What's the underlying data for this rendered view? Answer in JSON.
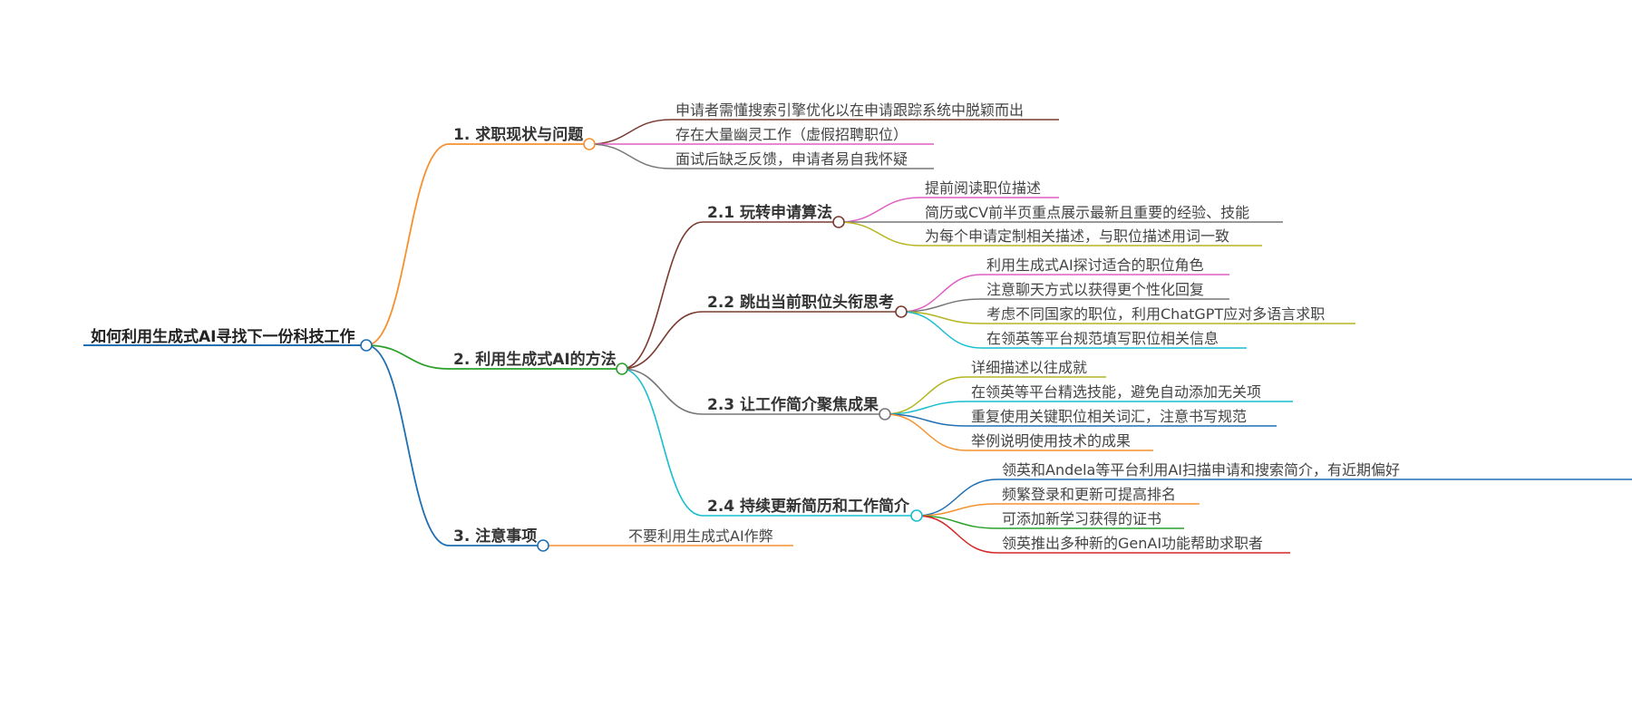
{
  "root": {
    "label": "如何利用生成式AI寻找下一份科技工作",
    "color": "#1f6fb2"
  },
  "branches": [
    {
      "label": "1. 求职现状与问题",
      "color": "#f5912f",
      "leaves": [
        {
          "label": "申请者需懂搜索引擎优化以在申请跟踪系统中脱颖而出",
          "color": "#7a3b30"
        },
        {
          "label": "存在大量幽灵工作（虚假招聘职位）",
          "color": "#e05fc4"
        },
        {
          "label": "面试后缺乏反馈，申请者易自我怀疑",
          "color": "#777777"
        }
      ]
    },
    {
      "label": "2. 利用生成式AI的方法",
      "color": "#2aa02a",
      "subs": [
        {
          "label": "2.1 玩转申请算法",
          "color": "#7a3b30",
          "leaves": [
            {
              "label": "提前阅读职位描述",
              "color": "#e05fc4"
            },
            {
              "label": "简历或CV前半页重点展示最新且重要的经验、技能",
              "color": "#777777"
            },
            {
              "label": "为每个申请定制相关描述，与职位描述用词一致",
              "color": "#b5b520"
            }
          ]
        },
        {
          "label": "2.2 跳出当前职位头衔思考",
          "color": "#7a3b30",
          "leaves": [
            {
              "label": "利用生成式AI探讨适合的职位角色",
              "color": "#e05fc4"
            },
            {
              "label": "注意聊天方式以获得更个性化回复",
              "color": "#777777"
            },
            {
              "label": "考虑不同国家的职位，利用ChatGPT应对多语言求职",
              "color": "#b5b520"
            },
            {
              "label": "在领英等平台规范填写职位相关信息",
              "color": "#17becf"
            }
          ]
        },
        {
          "label": "2.3 让工作简介聚焦成果",
          "color": "#777777",
          "leaves": [
            {
              "label": "详细描述以往成就",
              "color": "#b5b520"
            },
            {
              "label": "在领英等平台精选技能，避免自动添加无关项",
              "color": "#17becf"
            },
            {
              "label": "重复使用关键职位相关词汇，注意书写规范",
              "color": "#1f6fb2"
            },
            {
              "label": "举例说明使用技术的成果",
              "color": "#f5912f"
            }
          ]
        },
        {
          "label": "2.4 持续更新简历和工作简介",
          "color": "#17becf",
          "leaves": [
            {
              "label": "领英和Andela等平台利用AI扫描申请和搜索简介，有近期偏好",
              "color": "#1f6fb2"
            },
            {
              "label": "频繁登录和更新可提高排名",
              "color": "#f5912f"
            },
            {
              "label": "可添加新学习获得的证书",
              "color": "#2aa02a"
            },
            {
              "label": "领英推出多种新的GenAI功能帮助求职者",
              "color": "#d62728"
            }
          ]
        }
      ]
    },
    {
      "label": "3. 注意事项",
      "color": "#1f6fb2",
      "leaves": [
        {
          "label": "不要利用生成式AI作弊",
          "color": "#f5912f"
        }
      ]
    }
  ]
}
